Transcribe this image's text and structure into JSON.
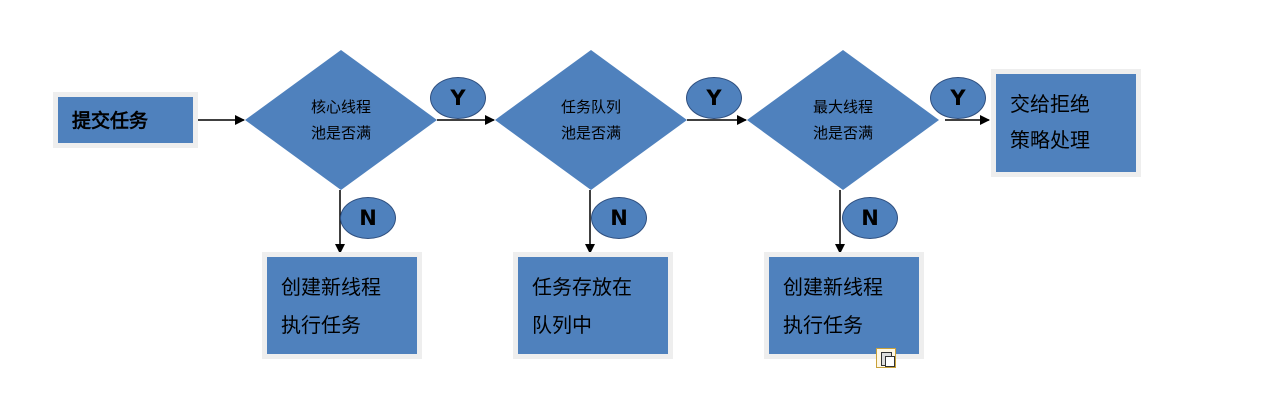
{
  "start": {
    "line1": "提交任务"
  },
  "decisions": [
    {
      "line1": "核心线程",
      "line2": "池是否满"
    },
    {
      "line1": "任务队列",
      "line2": "池是否满"
    },
    {
      "line1": "最大线程",
      "line2": "池是否满"
    }
  ],
  "yes_label": "Y",
  "no_label": "N",
  "outcomes": [
    {
      "line1": "创建新线程",
      "line2": "执行任务"
    },
    {
      "line1": "任务存放在",
      "line2": "队列中"
    },
    {
      "line1": "创建新线程",
      "line2": "执行任务"
    }
  ],
  "final": {
    "line1": "交给拒绝",
    "line2": "策略处理"
  },
  "colors": {
    "fill": "#4f81bd",
    "border": "#eeeeee",
    "arrow": "#000000"
  },
  "icons": [
    "paste-options-icon"
  ]
}
